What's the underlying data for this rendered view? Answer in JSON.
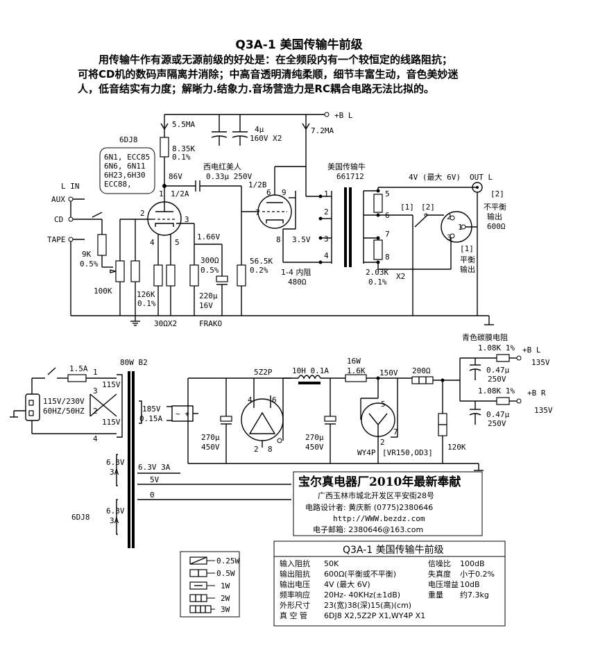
{
  "title": "Q3A-1 美国传输牛前级",
  "intro": {
    "line1": "用传输牛作有源或无源前级的好处是：在全频段内有一个较恒定的线路阻抗；",
    "line2": "可将CD机的数码声隔离并消除；中高音透明清纯柔顺，细节丰富生动，音色美妙迷",
    "line3": "人，低音结实有力度；解晰力.结象力.音场营造力是RC耦合电路无法比拟的。"
  },
  "preamp": {
    "tube_name": "6DJ8",
    "substitutes": [
      "6N1, ECC85",
      "6N6, 6N11",
      "6H23,6H30",
      "ECC88,"
    ],
    "inputs_label": "L IN",
    "inputs": [
      "AUX",
      "CD",
      "TAPE"
    ],
    "current_1": "5.5MA",
    "current_2": "7.2MA",
    "bplus_label": "+B L",
    "cap_value": "4μ",
    "cap_voltage": "160V X2",
    "r_plate": "8.35K",
    "r_plate_tol": "0.1%",
    "v_plate": "86V",
    "half_a": "1/2A",
    "half_b": "1/2B",
    "coupling_cap_name": "西电红美人",
    "coupling_cap_value": "0.33μ 250V",
    "r_9k": "9K",
    "r_9k_tol": "0.5%",
    "pot": "100K",
    "r_126k": "126K",
    "r_126k_tol": "0.1%",
    "r_30": "30ΩX2",
    "v_cathode": "1.66V",
    "r_300": "300Ω",
    "r_300_tol": "0.5%",
    "cap_220": "220μ",
    "cap_220_v": "16V",
    "frako": "FRAKO",
    "r_56k": "56.5K",
    "r_56k_tol": "0.2%",
    "v_cathode_b": "3.5V",
    "transformer_name": "美国传输牛",
    "transformer_model": "661712",
    "impedance_label": "1-4 内阻",
    "impedance_value": "480Ω",
    "r_203k": "2.03K",
    "r_203k_tol": "0.1%",
    "r_203k_qty": "X2",
    "out_level": "4V (最大 6V)",
    "out_label": "OUT L",
    "unbalanced_1": "不平衡",
    "unbalanced_2": "输出",
    "out_impedance": "600Ω",
    "balanced_1": "平衡",
    "balanced_2": "输出",
    "switch_1": "[1]",
    "switch_2": "[2]",
    "pin_numbers": [
      "1",
      "2",
      "3",
      "4",
      "5",
      "6",
      "7",
      "8",
      "9"
    ]
  },
  "psu": {
    "power_w": "80W B2",
    "fuse": "1.5A",
    "mains": "115V/230V",
    "mains_freq": "60HZ/50HZ",
    "primary_1": "115V",
    "primary_2": "115V",
    "sec_hv": "185V",
    "sec_hv_i": "0.15A",
    "heater_1": "6.3V 3A",
    "heater_1_v": "6.3V",
    "heater_1_i": "3A",
    "heater_2_v": "6.3V",
    "heater_2_i": "3A",
    "heater_2_label": "6DJ8",
    "tap_5v": "5V",
    "tap_0": "0",
    "rect_tube": "5Z2P",
    "cap1": "270μ",
    "cap1_v": "450V",
    "choke": "10H 0.1A",
    "cap2": "270μ",
    "cap2_v": "450V",
    "r_drop_w": "16W",
    "r_drop": "1.6K",
    "v_reg": "150V",
    "reg_tube": "WY4P",
    "reg_equiv": "[VR150,OD3]",
    "r_200": "200Ω",
    "r_120k": "120K",
    "carbon_res": "青色碳膜电阻",
    "r_108k_1": "1.08K 1%",
    "r_108k_2": "1.08K 1%",
    "out_l": "+B L",
    "out_r": "+B R",
    "out_v_l": "135V",
    "out_v_r": "135V",
    "c_047_1": "0.47μ",
    "c_047_1_v": "250V",
    "c_047_2": "0.47μ",
    "c_047_2_v": "250V"
  },
  "legend": {
    "items": [
      "0.25W",
      "0.5W",
      "1W",
      "2W",
      "3W"
    ]
  },
  "maker": {
    "name": "宝尔真电器厂2010年最新奉献",
    "address": "广西玉林市城北开发区平安街28号",
    "designer": "电路设计者: 黄庆新   (0775)2380646",
    "web": "http://WWW.bezdz.com",
    "email": "电子邮箱: 2380646@163.com"
  },
  "specs": {
    "title": "Q3A-1 美国传输牛前级",
    "rows": [
      {
        "k": "输入阻抗",
        "v": "50K",
        "k2": "信噪比",
        "v2": "100dB"
      },
      {
        "k": "输出阻抗",
        "v": "600Ω(平衡或不平衡)",
        "k2": "失真度",
        "v2": "小于0.2%"
      },
      {
        "k": "输出电压",
        "v": "4V (最大 6V)",
        "k2": "电压增益",
        "v2": "10dB"
      },
      {
        "k": "频率响应",
        "v": "20Hz- 40KHz(±1dB)",
        "k2": "重量",
        "v2": "约7.3kg"
      },
      {
        "k": "外形尺寸",
        "v": "23(宽)38(深)15(高)(cm)",
        "k2": "",
        "v2": ""
      },
      {
        "k": "真 空 管",
        "v": "6DJ8 X2,5Z2P X1,WY4P X1",
        "k2": "",
        "v2": ""
      }
    ]
  }
}
